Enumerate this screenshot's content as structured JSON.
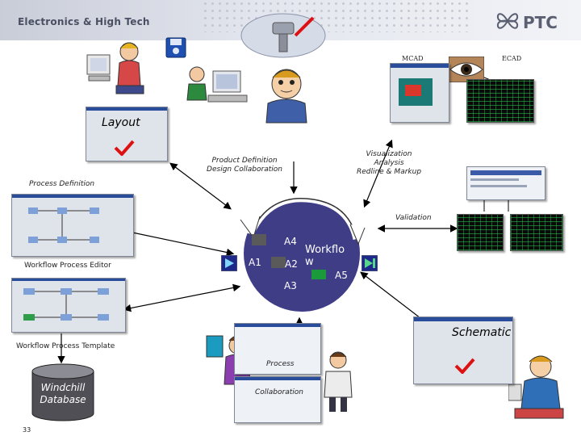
{
  "header": {
    "company": "Electronics & High Tech",
    "logo": "PTC"
  },
  "labels": {
    "mcad": "MCAD",
    "ecad": "ECAD",
    "layout": "Layout",
    "product_definition_1": "Product Definition",
    "product_definition_2": "Design Collaboration",
    "visualization_1": "Visualization",
    "visualization_2": "Analysis",
    "visualization_3": "Redline & Markup",
    "process_definition": "Process Definition",
    "validation": "Validation",
    "workflow_editor": "Workflow Process Editor",
    "workflow_template": "Workflow Process Template",
    "database_1": "Windchill",
    "database_2": "Database",
    "schematic": "Schematic",
    "process": "Process",
    "collaboration": "Collaboration",
    "page_number": "33"
  },
  "workflow": {
    "a1": "A1",
    "a2": "A2",
    "a3": "A3",
    "a4": "A4",
    "a5": "A5",
    "title_1": "Workflo",
    "title_2": "w"
  },
  "colors": {
    "globe": "#3f3d86",
    "accent_green": "#2e9e4a",
    "window_titlebar": "#2a4d9b"
  }
}
